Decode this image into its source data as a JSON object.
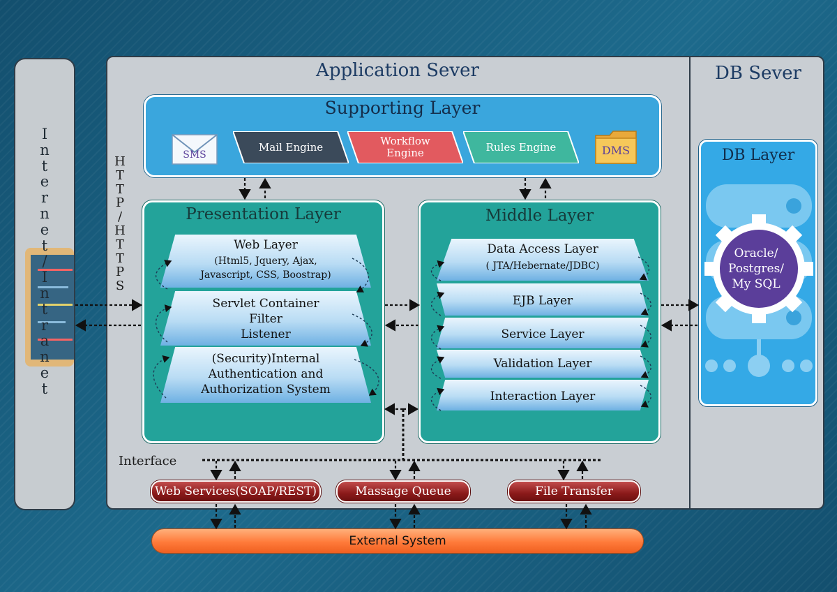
{
  "left_panel": {
    "label": [
      "I",
      "n",
      "t",
      "e",
      "r",
      "n",
      "e",
      "t",
      "/",
      "I",
      "n",
      "t",
      "r",
      "a",
      "n",
      "e",
      "t"
    ]
  },
  "protocol": {
    "label": [
      "H",
      "T",
      "T",
      "P",
      "/",
      "H",
      "T",
      "T",
      "P",
      "S"
    ]
  },
  "app_server": {
    "title": "Application Sever"
  },
  "db_server": {
    "title": "DB Sever"
  },
  "supporting_layer": {
    "title": "Supporting Layer",
    "sms_label": "SMS",
    "dms_label": "DMS",
    "items": [
      "Mail Engine",
      "Workflow Engine",
      "Rules Engine"
    ],
    "colors": [
      "#3b4a5a",
      "#e25a5f",
      "#3fb79e"
    ]
  },
  "presentation_layer": {
    "title": "Presentation Layer",
    "web": {
      "title": "Web Layer",
      "line1": "(Html5, Jquery, Ajax,",
      "line2": "Javascript, CSS, Boostrap)"
    },
    "servlet": {
      "line1": "Servlet Container",
      "line2": "Filter",
      "line3": "Listener"
    },
    "security": {
      "line1": "(Security)Internal",
      "line2": "Authentication and",
      "line3": "Authorization System"
    }
  },
  "middle_layer": {
    "title": "Middle Layer",
    "data_access": {
      "title": "Data Access Layer",
      "sub": "( JTA/Hebernate/JDBC)"
    },
    "items": [
      "EJB Layer",
      "Service Layer",
      "Validation Layer",
      "Interaction Layer"
    ]
  },
  "db_layer": {
    "title": "DB Layer",
    "db_names": "Oracle/ Postgres/ My SQL",
    "db_line1": "Oracle/",
    "db_line2": "Postgres/",
    "db_line3": "My SQL"
  },
  "interface": {
    "label": "Interface",
    "items": [
      "Web Services(SOAP/REST)",
      "Massage Queue",
      "File Transfer"
    ]
  },
  "external_system": {
    "label": "External System"
  }
}
